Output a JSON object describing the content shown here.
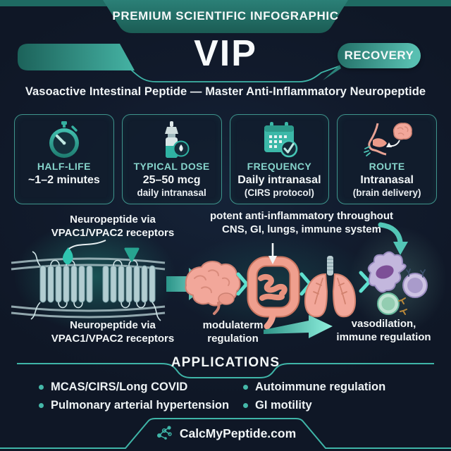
{
  "header": {
    "banner": "PREMIUM SCIENTIFIC INFOGRAPHIC",
    "title": "VIP",
    "badge": "RECOVERY",
    "subtitle": "Vasoactive Intestinal Peptide — Master Anti-Inflammatory Neuropeptide"
  },
  "stat_cards": [
    {
      "icon": "stopwatch-icon",
      "title": "HALF-LIFE",
      "value": "~1–2 minutes",
      "sub": ""
    },
    {
      "icon": "nasal-spray-icon",
      "title": "TYPICAL DOSE",
      "value": "25–50 mcg",
      "sub": "daily intranasal"
    },
    {
      "icon": "calendar-check-icon",
      "title": "FREQUENCY",
      "value": "Daily intranasal",
      "sub": "(CIRS protocol)"
    },
    {
      "icon": "nose-brain-icon",
      "title": "ROUTE",
      "value": "Intranasal",
      "sub": "(brain delivery)"
    }
  ],
  "pathway": {
    "label_receptor_top": "Neuropeptide via\nVPAC1/VPAC2 receptors",
    "label_effects_top": "potent anti-inflammatory throughout\nCNS, GI, lungs, immune system",
    "label_receptor_bottom": "Neuropeptide via\nVPAC1/VPAC2 receptors",
    "label_center_bottom": "modulaterm\nregulation",
    "label_right_bottom": "vasodilation,\nimmune regulation",
    "icons": [
      "vpac-receptor-icon",
      "arrow-right-icon",
      "brain-icon",
      "chevron-icon",
      "intestine-icon",
      "lungs-icon",
      "immune-cells-icon",
      "down-arrow-icon",
      "curved-arrow-icon"
    ]
  },
  "applications": {
    "heading": "APPLICATIONS",
    "items": [
      "MCAS/CIRS/Long COVID",
      "Pulmonary arterial hypertension",
      "Autoimmune regulation",
      "GI motility"
    ]
  },
  "footer": {
    "site": "CalcMyPeptide.com",
    "icon": "molecule-icon"
  },
  "colors": {
    "background": "#111a2b",
    "accent_teal": "#3fb5a8",
    "banner_teal": "#246f67",
    "card_border": "#3e948c",
    "title_teal": "#86d4cb",
    "organ_pink": "#f2a79a",
    "immune_lavender": "#c3b7dd",
    "immune_green": "#a8d8c0",
    "text": "#f2f6f7"
  }
}
